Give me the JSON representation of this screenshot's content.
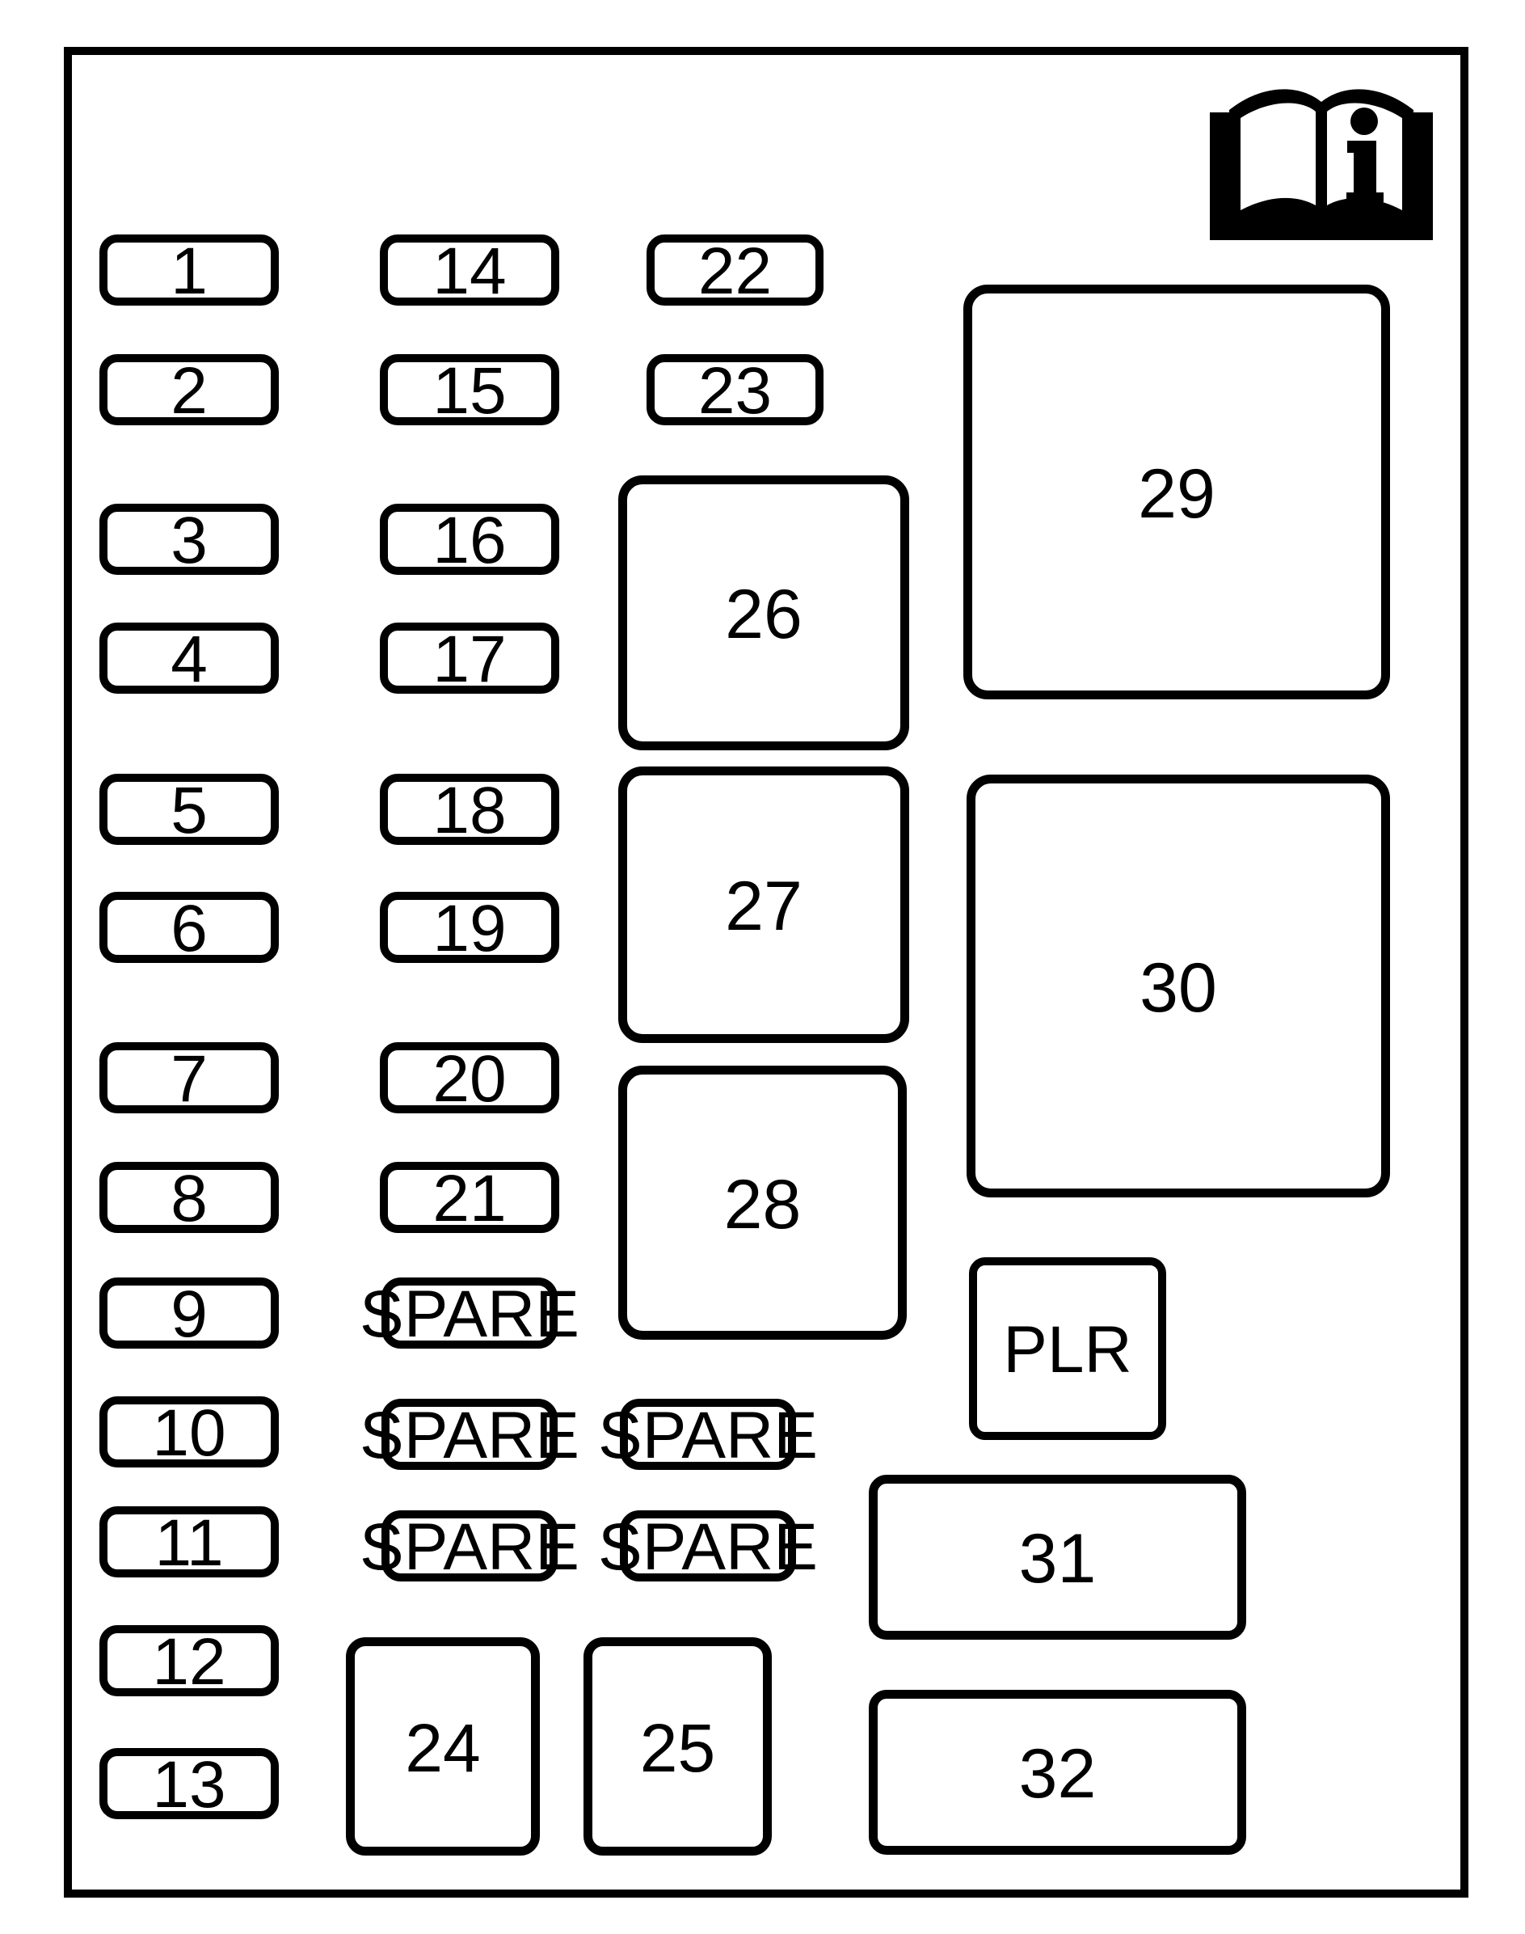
{
  "diagram": {
    "title": "Instrument panel fuse block diagram",
    "background_color": "#ffffff",
    "line_color": "#000000",
    "manual_icon": "owners-manual-information-icon"
  },
  "fuses": {
    "left": [
      "1",
      "2",
      "3",
      "4",
      "5",
      "6",
      "7",
      "8",
      "9",
      "10",
      "11",
      "12",
      "13"
    ],
    "middle": [
      "14",
      "15",
      "16",
      "17",
      "18",
      "19",
      "20",
      "21"
    ],
    "middle_spares": [
      "SPARE",
      "SPARE",
      "SPARE"
    ],
    "right": [
      "22",
      "23"
    ],
    "right_spares": [
      "SPARE",
      "SPARE"
    ]
  },
  "blocks": {
    "center": [
      "26",
      "27",
      "28"
    ],
    "bottom": [
      "24",
      "25"
    ],
    "right_large": [
      "29",
      "30"
    ],
    "relay": "PLR",
    "right_rects": [
      "31",
      "32"
    ]
  }
}
